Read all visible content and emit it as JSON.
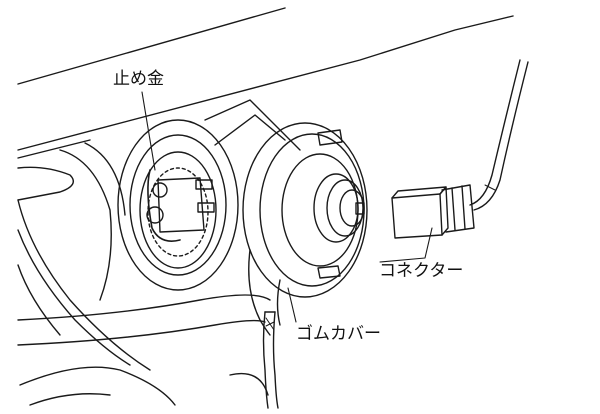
{
  "diagram": {
    "labels": {
      "retaining_clip": "止め金",
      "connector": "コネクター",
      "rubber_cover": "ゴムカバー"
    },
    "colors": {
      "line": "#1a1a1a",
      "background": "#ffffff"
    }
  }
}
